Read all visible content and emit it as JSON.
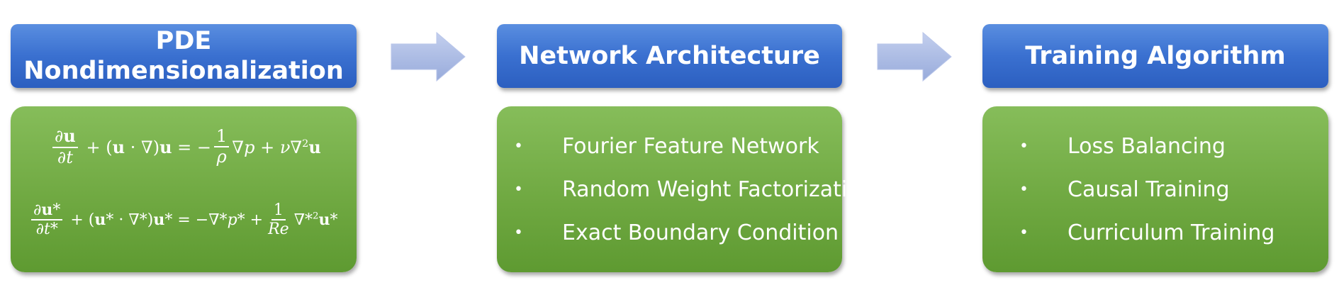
{
  "stages": [
    {
      "title_line1": "PDE",
      "title_line2": "Nondimensionalization",
      "equations": [
        "∂u/∂t + (u · ∇)u = −(1/ρ)∇p + ν∇²u",
        "∂u*/∂t* + (u* · ∇*)u* = −∇*p* + (1/Re)∇*²u*"
      ]
    },
    {
      "title": "Network Architecture",
      "items": [
        "Fourier Feature Network",
        "Random Weight Factorization",
        "Exact Boundary Condition"
      ]
    },
    {
      "title": "Training Algorithm",
      "items": [
        "Loss Balancing",
        "Causal Training",
        "Curriculum Training"
      ]
    }
  ],
  "colors": {
    "header": "#3a70d0",
    "content": "#70a942",
    "arrow": "#a9b9e0"
  }
}
